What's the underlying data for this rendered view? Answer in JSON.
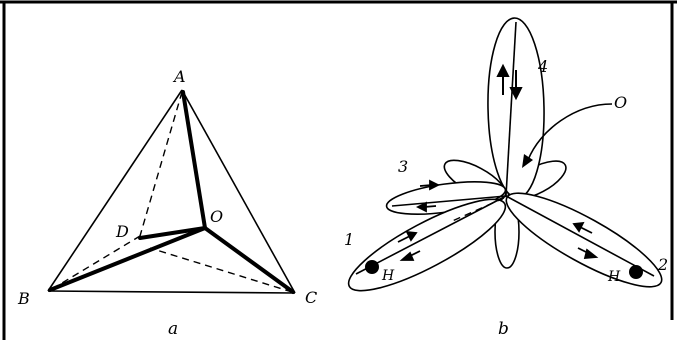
{
  "panel_a": {
    "caption": "a",
    "vertices": {
      "A": "A",
      "B": "B",
      "C": "C",
      "D": "D",
      "O": "O"
    }
  },
  "panel_b": {
    "caption": "b",
    "orbital_labels": [
      "1",
      "2",
      "3",
      "4"
    ],
    "point_label": "O",
    "hydrogen_labels": [
      "H",
      "H"
    ]
  }
}
